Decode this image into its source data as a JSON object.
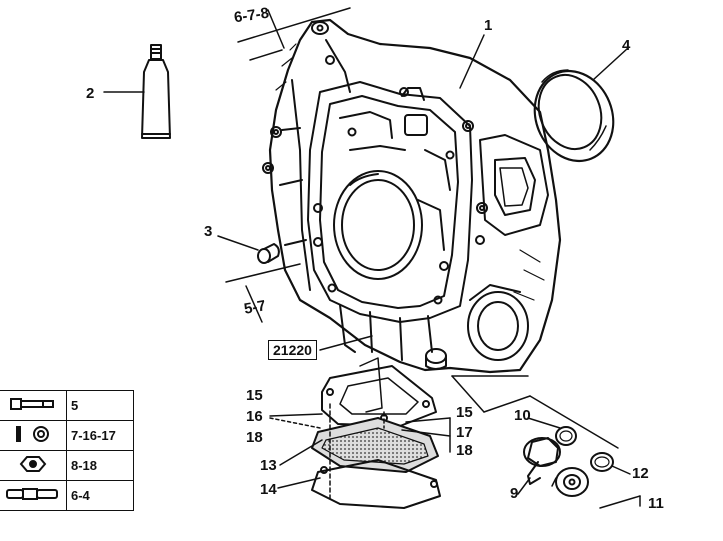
{
  "callouts": {
    "c1": "1",
    "c2": "2",
    "c3": "3",
    "c4": "4",
    "c9": "9",
    "c10": "10",
    "c11": "11",
    "c12": "12",
    "c13": "13",
    "c14": "14",
    "c15a": "15",
    "c16": "16",
    "c18a": "18",
    "c15b": "15",
    "c17": "17",
    "c18b": "18",
    "ref_top": "6-7-8",
    "ref_left": "5-7"
  },
  "reference_box": "21220",
  "legend": [
    {
      "icon": "bolt-icon",
      "text": "5"
    },
    {
      "icon": "washer-icon",
      "text": "7-16-17"
    },
    {
      "icon": "nut-icon",
      "text": "8-18"
    },
    {
      "icon": "stud-icon",
      "text": "6-4"
    }
  ]
}
